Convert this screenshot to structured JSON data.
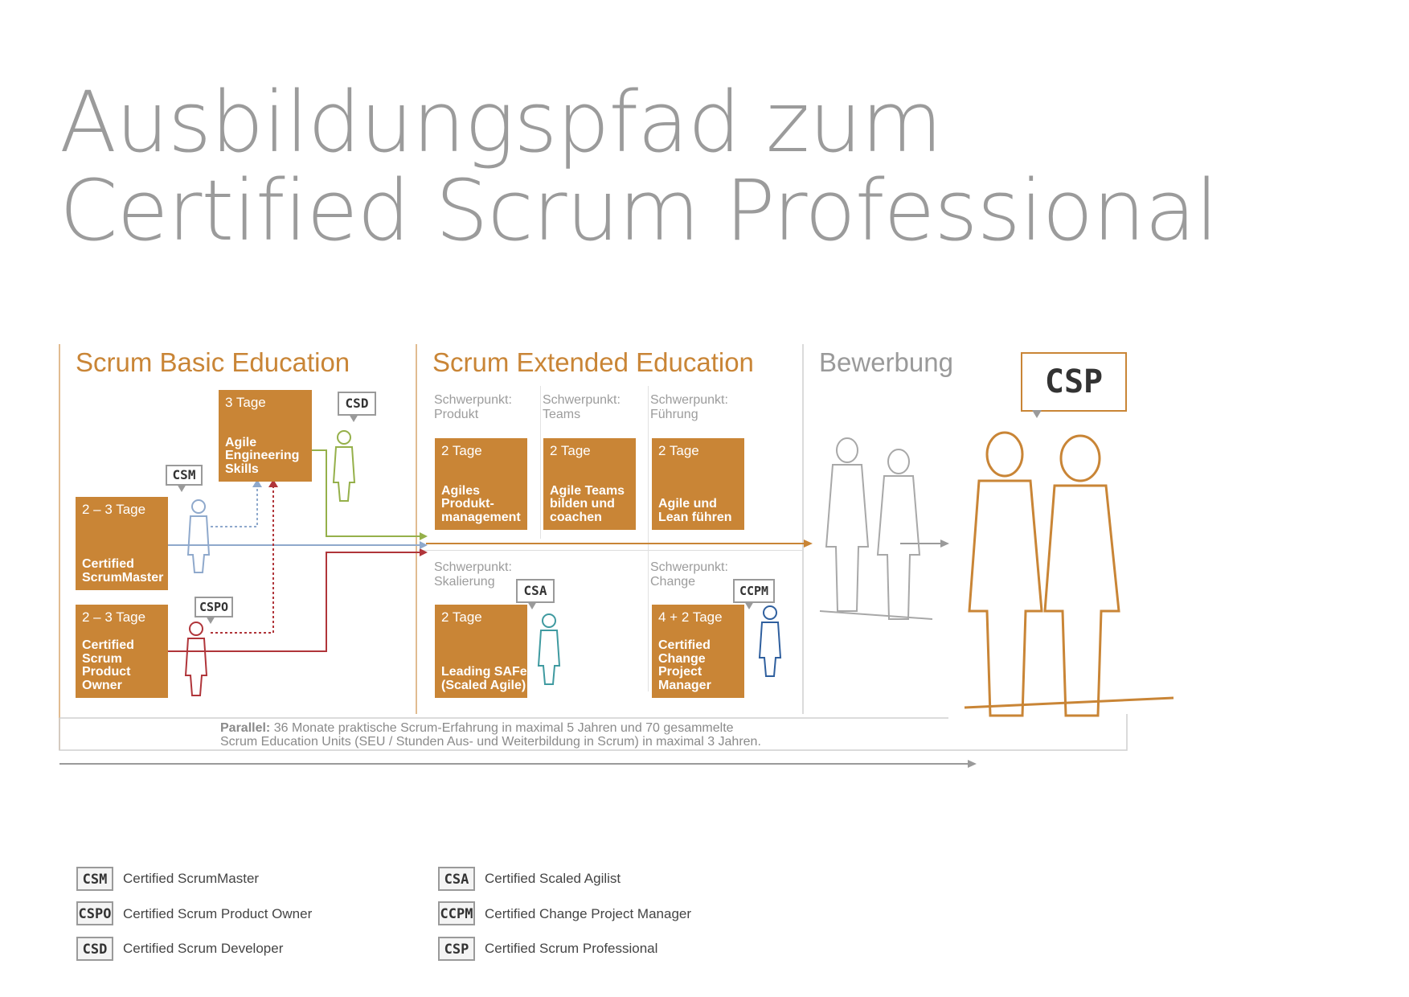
{
  "title": {
    "line1": "Ausbildungspfad zum",
    "line2": "Certified Scrum Professional"
  },
  "sections": {
    "basic": "Scrum Basic Education",
    "extended": "Scrum Extended Education",
    "application": "Bewerbung"
  },
  "basic_courses": {
    "csm": {
      "days": "2 – 3 Tage",
      "name": "Certified\nScrumMaster"
    },
    "cspo": {
      "days": "2 – 3 Tage",
      "name": "Certified\nScrum\nProduct\nOwner"
    },
    "csd": {
      "days": "3 Tage",
      "name": "Agile\nEngineering\nSkills"
    }
  },
  "extended_focus": {
    "produkt": "Schwerpunkt:\nProdukt",
    "teams": "Schwerpunkt:\nTeams",
    "fuehrung": "Schwerpunkt:\nFührung",
    "skalierung": "Schwerpunkt:\nSkalierung",
    "change": "Schwerpunkt:\nChange"
  },
  "extended_courses": {
    "produkt": {
      "days": "2 Tage",
      "name": "Agiles\nProdukt-\nmanagement"
    },
    "teams": {
      "days": "2 Tage",
      "name": "Agile Teams\nbilden und\ncoachen"
    },
    "fuehrung": {
      "days": "2 Tage",
      "name": "Agile und\nLean führen"
    },
    "safe": {
      "days": "2 Tage",
      "name": "Leading SAFe\n(Scaled Agile)"
    },
    "ccpm": {
      "days": "4 + 2 Tage",
      "name": "Certified\nChange\nProject\nManager"
    }
  },
  "bubbles": {
    "csm": "CSM",
    "cspo": "CSPO",
    "csd": "CSD",
    "csa": "CSA",
    "ccpm": "CCPM",
    "csp": "CSP"
  },
  "parallel": {
    "label": "Parallel:",
    "text1": " 36 Monate praktische Scrum-Erfahrung in maximal 5 Jahren und 70 gesammelte",
    "text2": "Scrum Education Units (SEU / Stunden Aus- und Weiterbildung in Scrum) in maximal 3 Jahren."
  },
  "legend": [
    {
      "badge": "CSM",
      "text": "Certified ScrumMaster"
    },
    {
      "badge": "CSPO",
      "text": "Certified Scrum Product Owner"
    },
    {
      "badge": "CSD",
      "text": "Certified Scrum Developer"
    },
    {
      "badge": "CSA",
      "text": "Certified Scaled Agilist"
    },
    {
      "badge": "CCPM",
      "text": "Certified Change Project Manager"
    },
    {
      "badge": "CSP",
      "text": "Certified Scrum Professional"
    }
  ],
  "colors": {
    "accent": "#c98536",
    "csm": "#8fa9cc",
    "cspo": "#b0353a",
    "csd": "#95b04a",
    "csa": "#3f9aa0",
    "ccpm": "#2f5f9e",
    "grey": "#9a9a9a"
  }
}
